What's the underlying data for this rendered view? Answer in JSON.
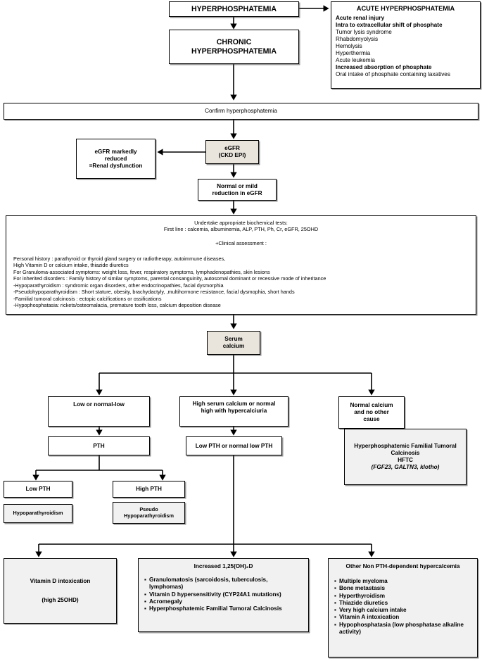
{
  "nodes": {
    "hyperphosphatemia": "HYPERPHOSPHATEMIA",
    "chronic": "CHRONIC\nHYPERPHOSPHATEMIA",
    "chronic_l1": "CHRONIC",
    "chronic_l2": "HYPERPHOSPHATEMIA",
    "acute_title": "ACUTE HYPERPHOSPHATEMIA",
    "acute_items": [
      {
        "text": "Acute renal injury",
        "bold": true
      },
      {
        "text": "Intra to extracellular shift of phosphate",
        "bold": true
      },
      {
        "text": "Tumor lysis syndrome",
        "bold": false
      },
      {
        "text": "Rhabdomyolysis",
        "bold": false
      },
      {
        "text": "Hemolysis",
        "bold": false
      },
      {
        "text": "Hyperthermia",
        "bold": false
      },
      {
        "text": "Acute leukemia",
        "bold": false
      },
      {
        "text": "Increased absorption of phosphate",
        "bold": true
      },
      {
        "text": "Oral intake of phosphate containing laxatives",
        "bold": false
      }
    ],
    "confirm": "Confirm hyperphosphatemia",
    "egfr_l1": "eGFR",
    "egfr_l2": "(CKD EPI)",
    "egfr_reduced_l1": "eGFR markedly",
    "egfr_reduced_l2": "reduced",
    "egfr_reduced_l3": "=Renal dysfunction",
    "egfr_normal_l1": "Normal or mild",
    "egfr_normal_l2": "reduction in eGFR",
    "tests_header_l1": "Undertake appropriate biochemical tests:",
    "tests_header_l2": "First line : calcemia, albuminemia, ALP, PTH, Ph, Cr, eGFR, 25OHD",
    "tests_clinical": "+Clinical assessment :",
    "tests_lines": [
      "Personal history : parathyroid or thyroid gland surgery or radiotherapy, autoimmune diseases,",
      "High Vitamin D or calcium intake, thiazide diuretics",
      "For Granuloma-associated symptoms: weight loss, fever, respiratory symptoms, lymphadenopathies, skin lesions",
      "For inherited disorders  : Family history of similar symptoms, parental consanguinity, autosomal dominant or recessive mode of inheritance",
      "-Hypoparathyroidism : syndromic organ disorders, other endocrinopathies, facial dysmorphia",
      "-Pseudohypoparathyroidism : Short stature, obesity,  brachydactyly, ,multihormone resistance, facial dysmophia, short hands",
      "-Familial tumoral calcinosis : ectopic calcifications or ossifications",
      "-Hypophosphatasia: rickets/osteomalacia, premature tooth loss, calcium deposition disease"
    ],
    "serum_l1": "Serum",
    "serum_l2": "calcium",
    "low_normal_low": "Low or normal-low",
    "high_serum_l1": "High serum calcium or normal",
    "high_serum_l2": "high with hypercalciuria",
    "normal_ca_l1": "Normal calcium",
    "normal_ca_l2": "and no other",
    "normal_ca_l3": "cause",
    "hftc_l1": "Hyperphosphatemic Familial Tumoral",
    "hftc_l2": "Calcinosis",
    "hftc_l3": "HFTC",
    "hftc_l4": "(FGF23, GALTN3, klotho)",
    "pth": "PTH",
    "low_pth_or_normal": "Low PTH or normal low PTH",
    "low_pth": "Low PTH",
    "high_pth": "High PTH",
    "hypoparathyroidism": "Hypoparathyroidism",
    "pseudo_l1": "Pseudo",
    "pseudo_l2": "Hypoparathyroidism",
    "vitd_l1": "Vitamin D intoxication",
    "vitd_l2": "(high 25OHD)",
    "increased_title": "Increased 1,25(OH)₂D",
    "increased_items": [
      "Granulomatosis (sarcoidosis, tuberculosis, lymphomas)",
      "Vitamin D hypersensitivity (CYP24A1 mutations)",
      "Acromegaly",
      "Hyperphosphatemic Familial Tumoral Calcinosis"
    ],
    "other_title": "Other Non PTH-dependent hypercalcemia",
    "other_items": [
      "Multiple myeloma",
      "Bone metastasis",
      "Hyperthyroidism",
      "Thiazide diuretics",
      "Very high calcium intake",
      "Vitamin A intoxication",
      "Hypophosphatasia (low phosphatase alkaline activity)"
    ]
  },
  "colors": {
    "shaded_fill": "#e9e5dd",
    "gray_fill": "#f1f1f1",
    "line": "#000000",
    "background": "#ffffff"
  }
}
